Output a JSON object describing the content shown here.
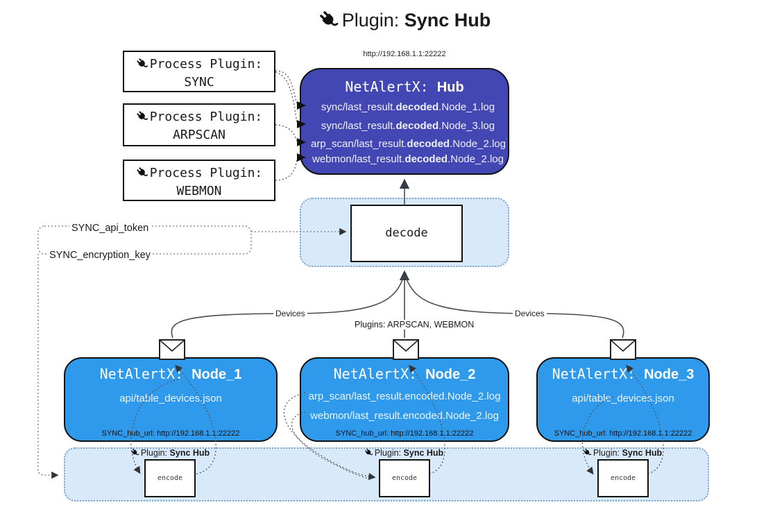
{
  "title": {
    "label": "Plugin:",
    "name": "Sync Hub"
  },
  "hub": {
    "url": "http://192.168.1.1:22222",
    "name_label": "NetAlertX:",
    "name_bold": "Hub",
    "logs": [
      {
        "pre": "sync/last_result.",
        "bold": "decoded",
        "post": ".Node_1.log"
      },
      {
        "pre": "sync/last_result.",
        "bold": "decoded",
        "post": ".Node_3.log"
      },
      {
        "pre": "arp_scan/last_result.",
        "bold": "decoded",
        "post": ".Node_2.log"
      },
      {
        "pre": "webmon/last_result.",
        "bold": "decoded",
        "post": ".Node_2.log"
      }
    ]
  },
  "process_plugins": [
    {
      "label": "Process Plugin:",
      "name": "SYNC"
    },
    {
      "label": "Process Plugin:",
      "name": "ARPSCAN"
    },
    {
      "label": "Process Plugin:",
      "name": "WEBMON"
    }
  ],
  "settings": {
    "api_token": "SYNC_api_token",
    "encryption_key": "SYNC_encryption_key"
  },
  "decode_label": "decode",
  "flow_labels": {
    "devices_left": "Devices",
    "devices_right": "Devices",
    "plugins_mid": "Plugins: ARPSCAN, WEBMON"
  },
  "nodes": [
    {
      "name_label": "NetAlertX:",
      "name_bold": "Node_1",
      "files": [
        "api/table_devices.json"
      ],
      "hub_url": "SYNC_hub_url: http://192.168.1.1:22222"
    },
    {
      "name_label": "NetAlertX:",
      "name_bold": "Node_2",
      "files": [
        "arp_scan/last_result.encoded.Node_2.log",
        "webmon/last_result.encoded.Node_2.log"
      ],
      "hub_url": "SYNC_hub_url: http://192.168.1.1:22222"
    },
    {
      "name_label": "NetAlertX:",
      "name_bold": "Node_3",
      "files": [
        "api/table_devices.json"
      ],
      "hub_url": "SYNC_hub_url: http://192.168.1.1:22222"
    }
  ],
  "encoders": {
    "label": "encode",
    "plugin_label": "Plugin:",
    "plugin_name": "Sync Hub"
  },
  "colors": {
    "hub_fill": "#4347b3",
    "node_fill": "#2f99ec",
    "panel_fill": "#d8e9fa",
    "panel_border": "#7fa3c9",
    "ink": "#111111"
  }
}
